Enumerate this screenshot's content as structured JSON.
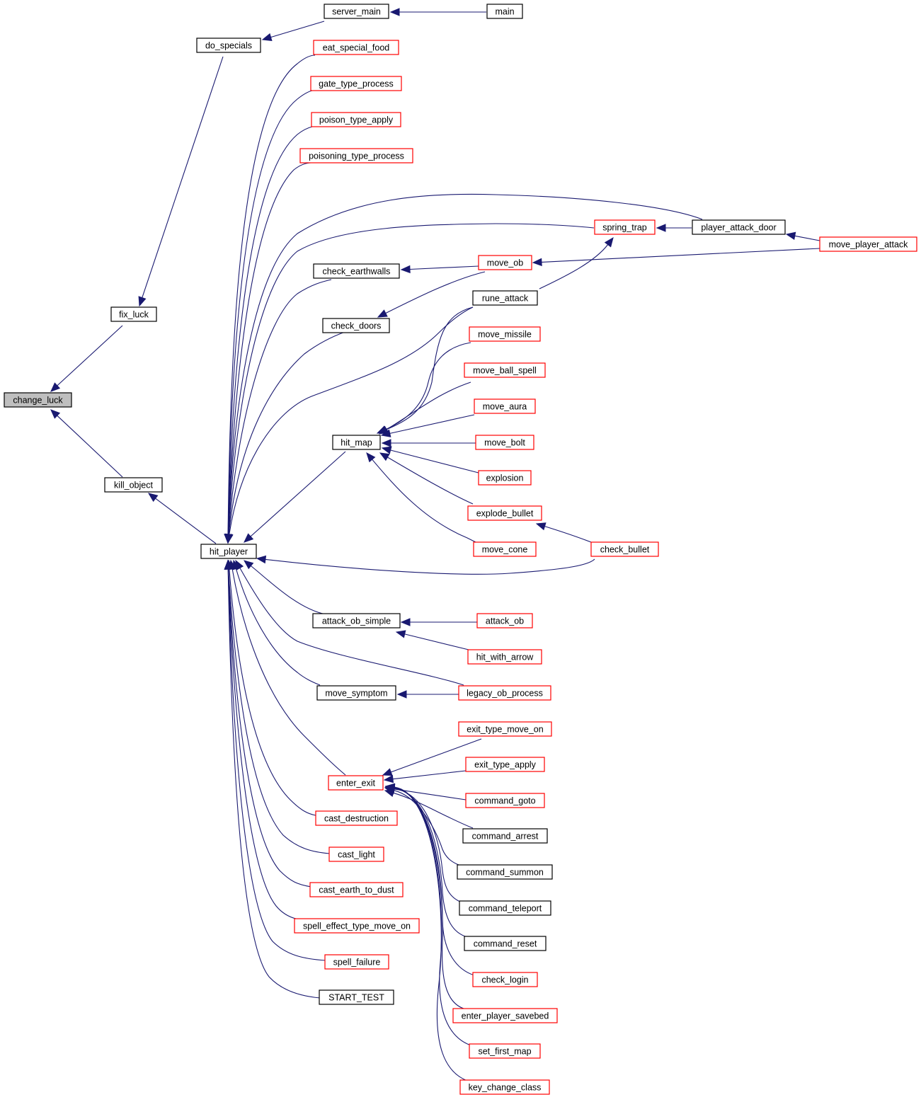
{
  "diagram": {
    "colors": {
      "edge": "#191970",
      "focus_fill": "#bfbfbf",
      "focus_border": "#000000",
      "documented_border": "#000000",
      "undocumented_border": "#ff0000",
      "node_fill": "#ffffff"
    },
    "nodes": [
      {
        "id": "change_luck",
        "label": "change_luck",
        "style": "focus"
      },
      {
        "id": "fix_luck",
        "label": "fix_luck",
        "style": "black"
      },
      {
        "id": "kill_object",
        "label": "kill_object",
        "style": "black"
      },
      {
        "id": "do_specials",
        "label": "do_specials",
        "style": "black"
      },
      {
        "id": "server_main",
        "label": "server_main",
        "style": "black"
      },
      {
        "id": "main",
        "label": "main",
        "style": "black"
      },
      {
        "id": "hit_player",
        "label": "hit_player",
        "style": "black"
      },
      {
        "id": "eat_special_food",
        "label": "eat_special_food",
        "style": "red"
      },
      {
        "id": "gate_type_process",
        "label": "gate_type_process",
        "style": "red"
      },
      {
        "id": "poison_type_apply",
        "label": "poison_type_apply",
        "style": "red"
      },
      {
        "id": "poisoning_type_process",
        "label": "poisoning_type_process",
        "style": "red"
      },
      {
        "id": "spring_trap",
        "label": "spring_trap",
        "style": "red"
      },
      {
        "id": "player_attack_door",
        "label": "player_attack_door",
        "style": "black"
      },
      {
        "id": "move_player_attack",
        "label": "move_player_attack",
        "style": "red"
      },
      {
        "id": "check_earthwalls",
        "label": "check_earthwalls",
        "style": "black"
      },
      {
        "id": "move_ob",
        "label": "move_ob",
        "style": "red"
      },
      {
        "id": "rune_attack",
        "label": "rune_attack",
        "style": "black"
      },
      {
        "id": "check_doors",
        "label": "check_doors",
        "style": "black"
      },
      {
        "id": "move_missile",
        "label": "move_missile",
        "style": "red"
      },
      {
        "id": "move_ball_spell",
        "label": "move_ball_spell",
        "style": "red"
      },
      {
        "id": "move_aura",
        "label": "move_aura",
        "style": "red"
      },
      {
        "id": "hit_map",
        "label": "hit_map",
        "style": "black"
      },
      {
        "id": "move_bolt",
        "label": "move_bolt",
        "style": "red"
      },
      {
        "id": "explosion",
        "label": "explosion",
        "style": "red"
      },
      {
        "id": "explode_bullet",
        "label": "explode_bullet",
        "style": "red"
      },
      {
        "id": "move_cone",
        "label": "move_cone",
        "style": "red"
      },
      {
        "id": "check_bullet",
        "label": "check_bullet",
        "style": "red"
      },
      {
        "id": "attack_ob_simple",
        "label": "attack_ob_simple",
        "style": "black"
      },
      {
        "id": "attack_ob",
        "label": "attack_ob",
        "style": "red"
      },
      {
        "id": "hit_with_arrow",
        "label": "hit_with_arrow",
        "style": "red"
      },
      {
        "id": "move_symptom",
        "label": "move_symptom",
        "style": "black"
      },
      {
        "id": "legacy_ob_process",
        "label": "legacy_ob_process",
        "style": "red"
      },
      {
        "id": "exit_type_move_on",
        "label": "exit_type_move_on",
        "style": "red"
      },
      {
        "id": "exit_type_apply",
        "label": "exit_type_apply",
        "style": "red"
      },
      {
        "id": "enter_exit",
        "label": "enter_exit",
        "style": "red"
      },
      {
        "id": "command_goto",
        "label": "command_goto",
        "style": "red"
      },
      {
        "id": "cast_destruction",
        "label": "cast_destruction",
        "style": "red"
      },
      {
        "id": "command_arrest",
        "label": "command_arrest",
        "style": "black"
      },
      {
        "id": "cast_light",
        "label": "cast_light",
        "style": "red"
      },
      {
        "id": "command_summon",
        "label": "command_summon",
        "style": "black"
      },
      {
        "id": "cast_earth_to_dust",
        "label": "cast_earth_to_dust",
        "style": "red"
      },
      {
        "id": "command_teleport",
        "label": "command_teleport",
        "style": "black"
      },
      {
        "id": "spell_effect_type_move_on",
        "label": "spell_effect_type_move_on",
        "style": "red"
      },
      {
        "id": "command_reset",
        "label": "command_reset",
        "style": "black"
      },
      {
        "id": "spell_failure",
        "label": "spell_failure",
        "style": "red"
      },
      {
        "id": "check_login",
        "label": "check_login",
        "style": "red"
      },
      {
        "id": "START_TEST",
        "label": "START_TEST",
        "style": "black"
      },
      {
        "id": "enter_player_savebed",
        "label": "enter_player_savebed",
        "style": "red"
      },
      {
        "id": "set_first_map",
        "label": "set_first_map",
        "style": "red"
      },
      {
        "id": "key_change_class",
        "label": "key_change_class",
        "style": "red"
      }
    ],
    "edges": [
      {
        "from": "fix_luck",
        "to": "change_luck"
      },
      {
        "from": "kill_object",
        "to": "change_luck"
      },
      {
        "from": "do_specials",
        "to": "fix_luck"
      },
      {
        "from": "server_main",
        "to": "do_specials"
      },
      {
        "from": "main",
        "to": "server_main"
      },
      {
        "from": "hit_player",
        "to": "kill_object"
      },
      {
        "from": "eat_special_food",
        "to": "hit_player"
      },
      {
        "from": "gate_type_process",
        "to": "hit_player"
      },
      {
        "from": "poison_type_apply",
        "to": "hit_player"
      },
      {
        "from": "poisoning_type_process",
        "to": "hit_player"
      },
      {
        "from": "player_attack_door",
        "to": "hit_player"
      },
      {
        "from": "spring_trap",
        "to": "hit_player"
      },
      {
        "from": "check_earthwalls",
        "to": "hit_player"
      },
      {
        "from": "check_doors",
        "to": "hit_player"
      },
      {
        "from": "rune_attack",
        "to": "hit_player"
      },
      {
        "from": "hit_map",
        "to": "hit_player"
      },
      {
        "from": "check_bullet",
        "to": "hit_player"
      },
      {
        "from": "attack_ob_simple",
        "to": "hit_player"
      },
      {
        "from": "legacy_ob_process",
        "to": "hit_player"
      },
      {
        "from": "move_symptom",
        "to": "hit_player"
      },
      {
        "from": "enter_exit",
        "to": "hit_player"
      },
      {
        "from": "cast_destruction",
        "to": "hit_player"
      },
      {
        "from": "cast_light",
        "to": "hit_player"
      },
      {
        "from": "cast_earth_to_dust",
        "to": "hit_player"
      },
      {
        "from": "spell_effect_type_move_on",
        "to": "hit_player"
      },
      {
        "from": "spell_failure",
        "to": "hit_player"
      },
      {
        "from": "START_TEST",
        "to": "hit_player"
      },
      {
        "from": "player_attack_door",
        "to": "spring_trap"
      },
      {
        "from": "rune_attack",
        "to": "spring_trap"
      },
      {
        "from": "move_player_attack",
        "to": "player_attack_door"
      },
      {
        "from": "move_player_attack",
        "to": "move_ob"
      },
      {
        "from": "move_ob",
        "to": "check_earthwalls"
      },
      {
        "from": "move_ob",
        "to": "check_doors"
      },
      {
        "from": "rune_attack",
        "to": "hit_map"
      },
      {
        "from": "move_missile",
        "to": "hit_map"
      },
      {
        "from": "move_ball_spell",
        "to": "hit_map"
      },
      {
        "from": "move_aura",
        "to": "hit_map"
      },
      {
        "from": "move_bolt",
        "to": "hit_map"
      },
      {
        "from": "explosion",
        "to": "hit_map"
      },
      {
        "from": "explode_bullet",
        "to": "hit_map"
      },
      {
        "from": "move_cone",
        "to": "hit_map"
      },
      {
        "from": "check_bullet",
        "to": "explode_bullet"
      },
      {
        "from": "attack_ob",
        "to": "attack_ob_simple"
      },
      {
        "from": "hit_with_arrow",
        "to": "attack_ob_simple"
      },
      {
        "from": "legacy_ob_process",
        "to": "move_symptom"
      },
      {
        "from": "exit_type_move_on",
        "to": "enter_exit"
      },
      {
        "from": "exit_type_apply",
        "to": "enter_exit"
      },
      {
        "from": "command_goto",
        "to": "enter_exit"
      },
      {
        "from": "command_arrest",
        "to": "enter_exit"
      },
      {
        "from": "command_summon",
        "to": "enter_exit"
      },
      {
        "from": "command_teleport",
        "to": "enter_exit"
      },
      {
        "from": "command_reset",
        "to": "enter_exit"
      },
      {
        "from": "check_login",
        "to": "enter_exit"
      },
      {
        "from": "enter_player_savebed",
        "to": "enter_exit"
      },
      {
        "from": "set_first_map",
        "to": "enter_exit"
      },
      {
        "from": "key_change_class",
        "to": "enter_exit"
      }
    ]
  }
}
